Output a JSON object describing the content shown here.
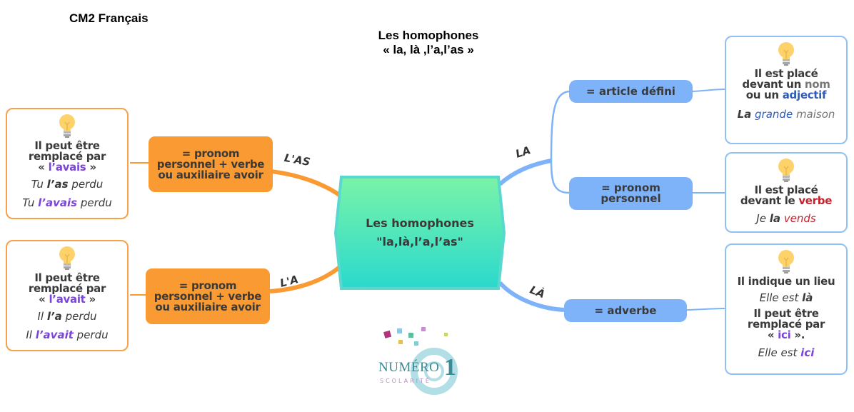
{
  "header": {
    "subject": "CM2 Français",
    "title_line1": "Les homophones",
    "title_line2": "«  la, là ,l’a,l’as »"
  },
  "central_topic": {
    "line1": "Les homophones",
    "line2": "\"la,là,l’a,l’as\"",
    "color": "#2fdcc8"
  },
  "branches": {
    "las": {
      "label": "L'AS",
      "color": "#fa9a32",
      "node": "= pronom personnel + verbe ou auxiliaire avoir",
      "card": {
        "line1": "Il peut être",
        "line2": "remplacé par",
        "quote_open": "« ",
        "replacement": "l’avais",
        "quote_close": " »",
        "ex1_pre": "Tu ",
        "ex1_key": "l’as",
        "ex1_post": " perdu",
        "ex2_pre": "Tu ",
        "ex2_key": "l’avais",
        "ex2_post": " perdu"
      }
    },
    "la_apos": {
      "label": "L'A",
      "color": "#fa9a32",
      "node": "= pronom personnel + verbe ou auxiliaire avoir",
      "card": {
        "line1": "Il peut être",
        "line2": "remplacé par",
        "quote_open": "« ",
        "replacement": "l’avait",
        "quote_close": " »",
        "ex1_pre": "Il ",
        "ex1_key": "l’a",
        "ex1_post": " perdu",
        "ex2_pre": "Il ",
        "ex2_key": "l’avait",
        "ex2_post": " perdu"
      }
    },
    "la": {
      "label": "LA",
      "color": "#7eb3fa",
      "sub1": {
        "node": "= article défini",
        "card": {
          "line1": "Il est placé",
          "line2_pre": "devant un ",
          "line2_key": "nom",
          "line3_pre": "ou un ",
          "line3_key": "adjectif",
          "ex_w1": "La",
          "ex_w2": " grande",
          "ex_w3": " maison"
        }
      },
      "sub2": {
        "node": "= pronom personnel",
        "card": {
          "line1": "Il est placé",
          "line2_pre": "devant le ",
          "line2_key": "verbe",
          "ex_pre": "Je ",
          "ex_key": "la",
          "ex_post": " vends"
        }
      }
    },
    "la_grave": {
      "label": "LÀ",
      "color": "#7eb3fa",
      "node": "= adverbe",
      "card": {
        "line1": "Il indique un lieu",
        "ex1_pre": "Elle est ",
        "ex1_key": "là",
        "line2": "Il peut être",
        "line3": "remplacé par",
        "quote_open": "« ",
        "replacement": "ici",
        "quote_close": " ».",
        "ex2_pre": "Elle est ",
        "ex2_key": "ici"
      }
    }
  },
  "icons": {
    "card_icon": "lightbulb-icon"
  },
  "logo": {
    "line1": "NUMÉRO",
    "digit": "1",
    "line2": "SCOLARITÉ"
  }
}
